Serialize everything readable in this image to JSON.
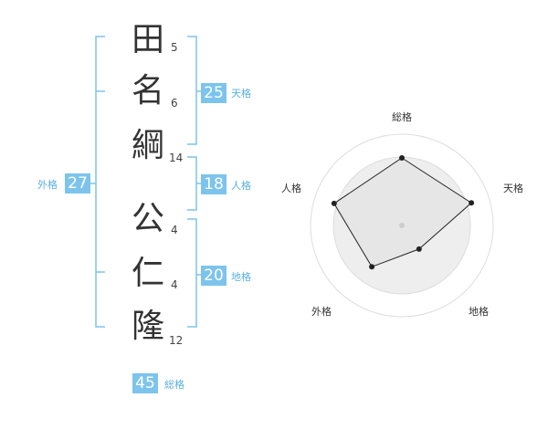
{
  "name": {
    "chars": [
      {
        "char": "田",
        "strokes": "5"
      },
      {
        "char": "名",
        "strokes": "6"
      },
      {
        "char": "綱",
        "strokes": "14"
      },
      {
        "char": "公",
        "strokes": "4"
      },
      {
        "char": "仁",
        "strokes": "4"
      },
      {
        "char": "隆",
        "strokes": "12"
      }
    ]
  },
  "kakaku": {
    "tenkaku": {
      "value": "25",
      "label": "天格"
    },
    "jinkaku": {
      "value": "18",
      "label": "人格"
    },
    "chikaku": {
      "value": "20",
      "label": "地格"
    },
    "gaikaku": {
      "value": "27",
      "label": "外格"
    },
    "soukaku": {
      "value": "45",
      "label": "総格"
    }
  },
  "colors": {
    "bracket": "#7cc4ec",
    "badge": "#7cc4ec",
    "label": "#5ab0e0",
    "radar_fill": "#eeeeee",
    "radar_stroke": "#222222",
    "ring": "#dddddd"
  },
  "chart_data": {
    "type": "radar",
    "axes": [
      "総格",
      "天格",
      "地格",
      "外格",
      "人格"
    ],
    "max": 5,
    "rings": 4,
    "values": [
      3.7,
      4.0,
      1.6,
      2.8,
      3.9
    ]
  }
}
